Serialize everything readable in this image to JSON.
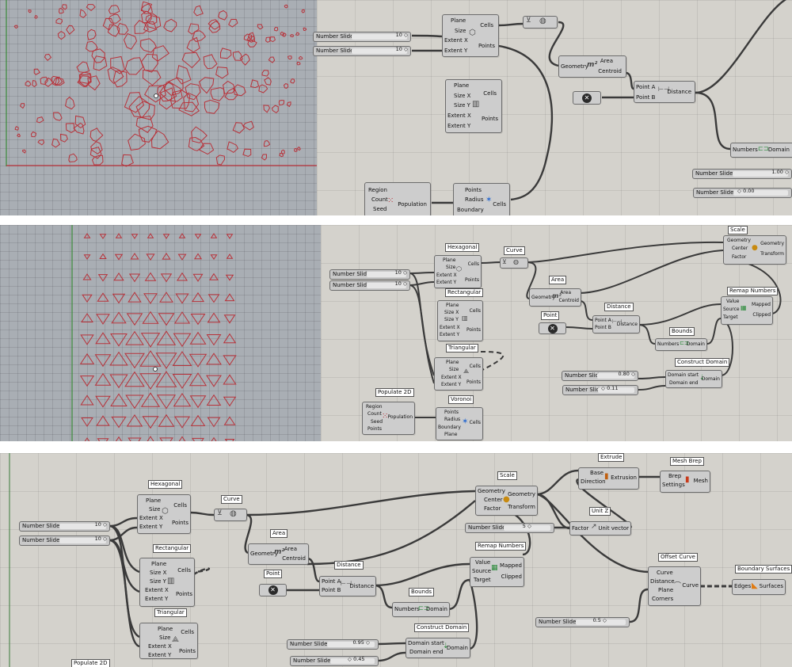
{
  "panel1": {
    "sliders": [
      {
        "name": "Number Slider",
        "value": "10 ◇"
      },
      {
        "name": "Number Slider",
        "value": "10 ◇"
      },
      {
        "name": "Number Slider",
        "value": "1.00 ◇"
      },
      {
        "name": "Number Slider",
        "value": "◇ 0.00"
      }
    ],
    "hex_inputs": [
      "Plane",
      "Size",
      "Extent X",
      "Extent Y"
    ],
    "hex_outputs": [
      "Cells",
      "Points"
    ],
    "rect_inputs": [
      "Plane",
      "Size X",
      "Size Y",
      "Extent X",
      "Extent Y"
    ],
    "rect_outputs": [
      "Cells",
      "Points"
    ],
    "area_input": "Geometry",
    "area_outputs": [
      "Area",
      "Centroid"
    ],
    "distance_inputs": [
      "Point A",
      "Point B"
    ],
    "distance_output": "Distance",
    "bounds_input": "Numbers",
    "bounds_output": "Domain",
    "pop_inputs": [
      "Region",
      "Count",
      "Seed"
    ],
    "pop_output": "Population",
    "voronoi_inputs": [
      "Points",
      "Radius",
      "Boundary"
    ],
    "voronoi_output": "Cells"
  },
  "panel2": {
    "captions": {
      "hexagonal": "Hexagonal",
      "rectangular": "Rectangular",
      "triangular": "Triangular",
      "curve": "Curve",
      "area": "Area",
      "point": "Point",
      "distance": "Distance",
      "bounds": "Bounds",
      "scale": "Scale",
      "remap": "Remap Numbers",
      "construct": "Construct Domain",
      "populate": "Populate 2D",
      "voronoi": "Voronoi"
    },
    "sliders": [
      {
        "name": "Number Slider",
        "value": "10 ◇"
      },
      {
        "name": "Number Slider",
        "value": "10 ◇"
      },
      {
        "name": "Number Slider",
        "value": "0.80 ◇"
      },
      {
        "name": "Number Slider",
        "value": "◇ 0.11"
      }
    ],
    "hex_inputs": [
      "Plane",
      "Size",
      "Extent X",
      "Extent Y"
    ],
    "hex_outputs": [
      "Cells",
      "Points"
    ],
    "rect_inputs": [
      "Plane",
      "Size X",
      "Size Y",
      "Extent X",
      "Extent Y"
    ],
    "rect_outputs": [
      "Cells",
      "Points"
    ],
    "tri_inputs": [
      "Plane",
      "Size",
      "Extent X",
      "Extent Y"
    ],
    "tri_outputs": [
      "Cells",
      "Points"
    ],
    "area_input": "Geometry",
    "area_outputs": [
      "Area",
      "Centroid"
    ],
    "distance_inputs": [
      "Point A",
      "Point B"
    ],
    "distance_output": "Distance",
    "bounds_input": "Numbers",
    "bounds_output": "Domain",
    "scale_inputs": [
      "Geometry",
      "Center",
      "Factor"
    ],
    "scale_outputs": [
      "Geometry",
      "Transform"
    ],
    "remap_inputs": [
      "Value",
      "Source",
      "Target"
    ],
    "remap_outputs": [
      "Mapped",
      "Clipped"
    ],
    "construct_inputs": [
      "Domain start",
      "Domain end"
    ],
    "construct_output": "Domain",
    "pop_inputs": [
      "Region",
      "Count",
      "Seed",
      "Points"
    ],
    "pop_output": "Population",
    "voronoi_inputs": [
      "Points",
      "Radius",
      "Boundary",
      "Plane"
    ],
    "voronoi_output": "Cells"
  },
  "panel3": {
    "captions": {
      "hexagonal": "Hexagonal",
      "rectangular": "Rectangular",
      "triangular": "Triangular",
      "populate": "Populate 2D",
      "curve": "Curve",
      "area": "Area",
      "point": "Point",
      "distance": "Distance",
      "bounds": "Bounds",
      "remap": "Remap Numbers",
      "construct": "Construct Domain",
      "scale": "Scale",
      "extrude": "Extrude",
      "unitz": "Unit Z",
      "meshbrep": "Mesh Brep",
      "offset": "Offset Curve",
      "boundary": "Boundary Surfaces"
    },
    "sliders": [
      {
        "name": "Number Slider",
        "value": "10 ◇"
      },
      {
        "name": "Number Slider",
        "value": "10 ◇"
      },
      {
        "name": "Number Slider",
        "value": "5 ◇"
      },
      {
        "name": "Number Slider",
        "value": "0.5 ◇"
      },
      {
        "name": "Number Slider",
        "value": "0.95 ◇"
      },
      {
        "name": "Number Slider",
        "value": "◇ 0.45"
      }
    ],
    "hex_inputs": [
      "Plane",
      "Size",
      "Extent X",
      "Extent Y"
    ],
    "hex_outputs": [
      "Cells",
      "Points"
    ],
    "rect_inputs": [
      "Plane",
      "Size X",
      "Size Y",
      "Extent X",
      "Extent Y"
    ],
    "rect_outputs": [
      "Cells",
      "Points"
    ],
    "tri_inputs": [
      "Plane",
      "Size",
      "Extent X",
      "Extent Y"
    ],
    "tri_outputs": [
      "Cells",
      "Points"
    ],
    "area_input": "Geometry",
    "area_outputs": [
      "Area",
      "Centroid"
    ],
    "distance_inputs": [
      "Point A",
      "Point B"
    ],
    "distance_output": "Distance",
    "bounds_input": "Numbers",
    "bounds_output": "Domain",
    "remap_inputs": [
      "Value",
      "Source",
      "Target"
    ],
    "remap_outputs": [
      "Mapped",
      "Clipped"
    ],
    "construct_inputs": [
      "Domain start",
      "Domain end"
    ],
    "construct_output": "Domain",
    "scale_inputs": [
      "Geometry",
      "Center",
      "Factor"
    ],
    "scale_outputs": [
      "Geometry",
      "Transform"
    ],
    "extrude_inputs": [
      "Base",
      "Direction"
    ],
    "extrude_output": "Extrusion",
    "unitz_input": "Factor",
    "unitz_output": "Unit vector",
    "mesh_inputs": [
      "Brep",
      "Settings"
    ],
    "mesh_output": "Mesh",
    "offset_inputs": [
      "Curve",
      "Distance",
      "Plane",
      "Corners"
    ],
    "offset_output": "Curve",
    "boundary_input": "Edges",
    "boundary_output": "Surfaces"
  },
  "colors": {
    "viewport_bg": "#a9aeb4",
    "canvas_bg": "#d4d2cc",
    "cell_outline": "#b8323a",
    "wire": "#3a3a3a"
  }
}
